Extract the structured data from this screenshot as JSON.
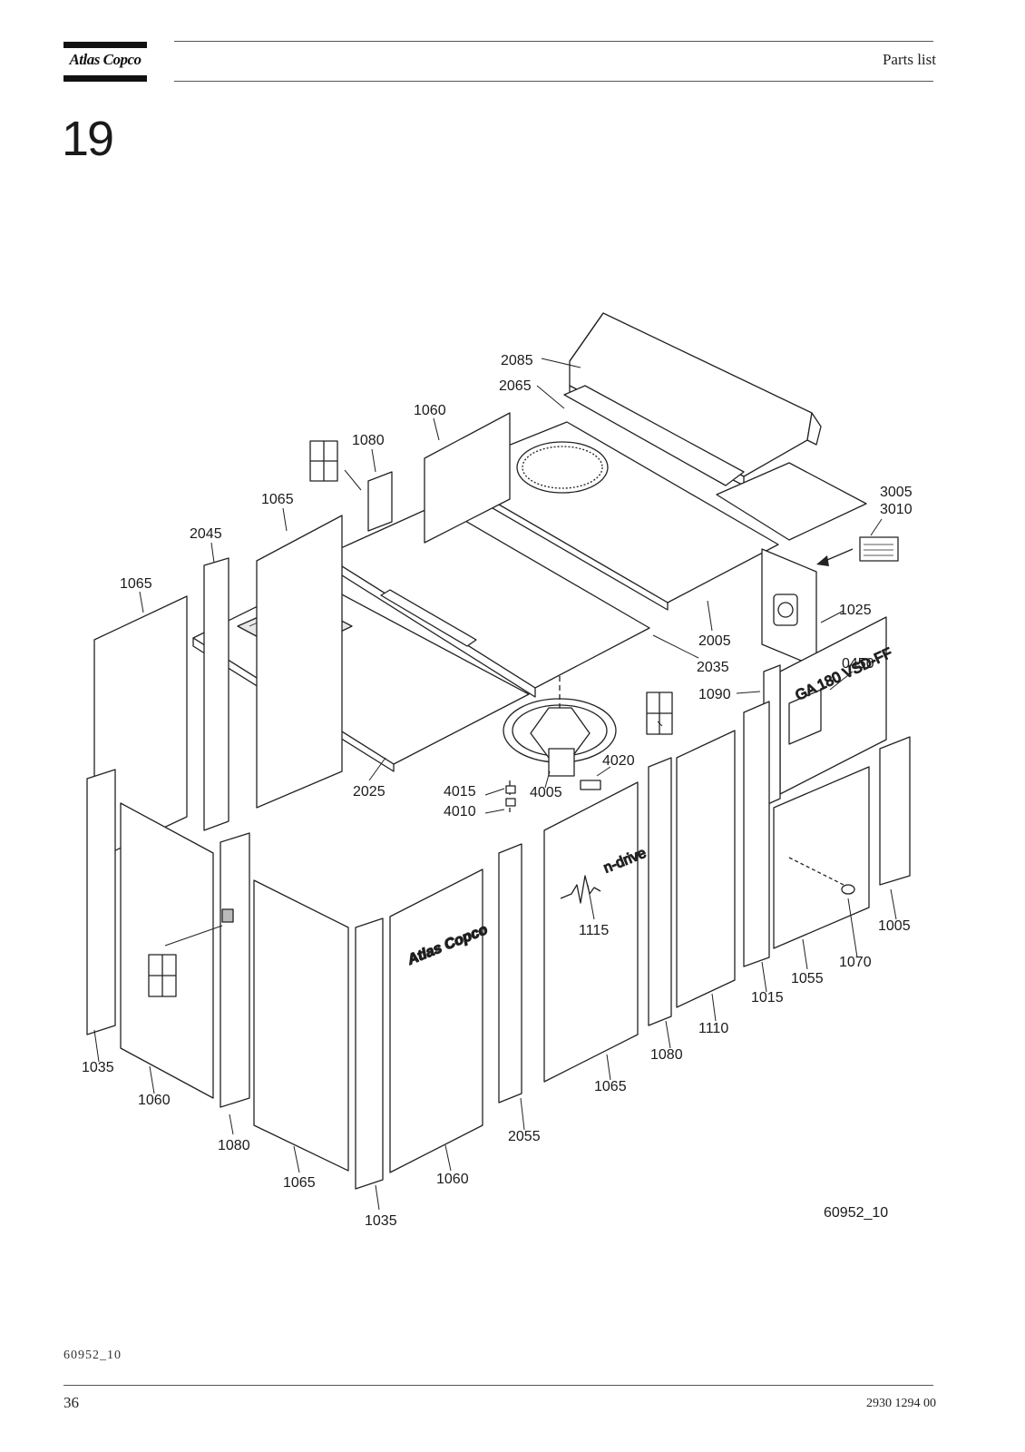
{
  "header": {
    "brand": "Atlas Copco",
    "title": "Parts list"
  },
  "section": {
    "number": "19"
  },
  "diagram": {
    "figure_id": "60952_10",
    "callouts": [
      {
        "id": "c2085",
        "label": "2085"
      },
      {
        "id": "c2065",
        "label": "2065"
      },
      {
        "id": "c1060a",
        "label": "1060"
      },
      {
        "id": "c1080a",
        "label": "1080"
      },
      {
        "id": "c1065a",
        "label": "1065"
      },
      {
        "id": "c2045",
        "label": "2045"
      },
      {
        "id": "c1065b",
        "label": "1065"
      },
      {
        "id": "c3005",
        "label": "3005"
      },
      {
        "id": "c3010",
        "label": "3010"
      },
      {
        "id": "c1025",
        "label": "1025"
      },
      {
        "id": "c2005",
        "label": "2005"
      },
      {
        "id": "c0450",
        "label": "0450"
      },
      {
        "id": "c2035",
        "label": "2035"
      },
      {
        "id": "c1090",
        "label": "1090"
      },
      {
        "id": "c4020",
        "label": "4020"
      },
      {
        "id": "c2025",
        "label": "2025"
      },
      {
        "id": "c4015",
        "label": "4015"
      },
      {
        "id": "c4005",
        "label": "4005"
      },
      {
        "id": "c4010",
        "label": "4010"
      },
      {
        "id": "c1115",
        "label": "1115"
      },
      {
        "id": "c1005",
        "label": "1005"
      },
      {
        "id": "c1070",
        "label": "1070"
      },
      {
        "id": "c1055",
        "label": "1055"
      },
      {
        "id": "c1015",
        "label": "1015"
      },
      {
        "id": "c1110",
        "label": "1110"
      },
      {
        "id": "c1080b",
        "label": "1080"
      },
      {
        "id": "c1065c",
        "label": "1065"
      },
      {
        "id": "c1035a",
        "label": "1035"
      },
      {
        "id": "c1060b",
        "label": "1060"
      },
      {
        "id": "c2055",
        "label": "2055"
      },
      {
        "id": "c1080c",
        "label": "1080"
      },
      {
        "id": "c1065d",
        "label": "1065"
      },
      {
        "id": "c1060c",
        "label": "1060"
      },
      {
        "id": "c1035b",
        "label": "1035"
      }
    ],
    "panel_brand": "Atlas Copco",
    "panel_mark": "n-drive",
    "model_plate": "GA 180 VSD-FF"
  },
  "footer": {
    "figure_ref": "60952_10",
    "page_number": "36",
    "doc_number": "2930 1294 00"
  }
}
